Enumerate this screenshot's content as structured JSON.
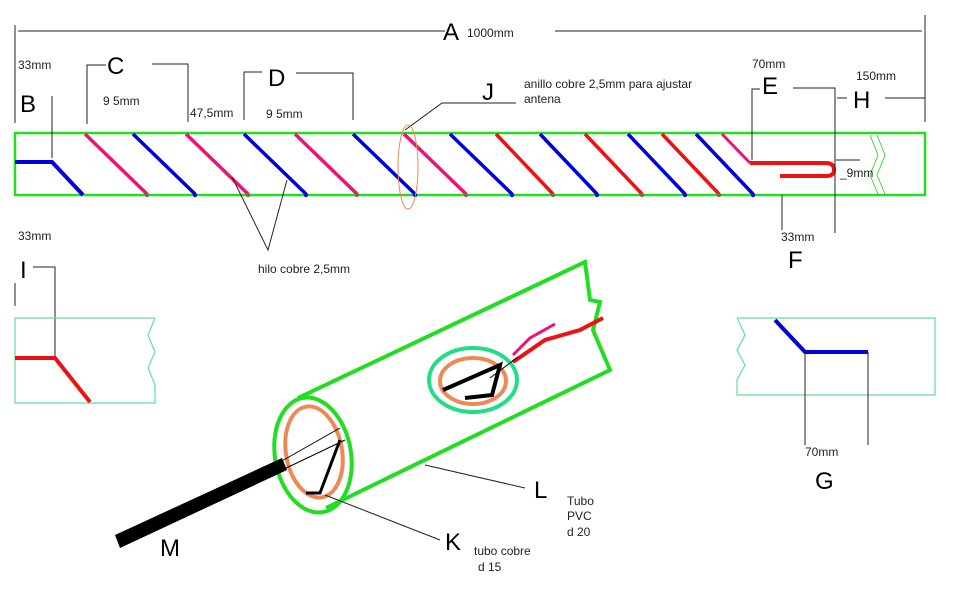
{
  "colors": {
    "tube": "#22dd22",
    "tube_light": "#66dd99",
    "blue": "#0000dd",
    "pink": "#ee1177",
    "red": "#ee1111",
    "orange": "#ee8855",
    "cable": "#000000"
  },
  "labels": {
    "A": "A",
    "A_dim": "1000mm",
    "B": "B",
    "B_dim": "33mm",
    "C": "C",
    "C_dim": "9 5mm",
    "mid_dim": "47,5mm",
    "D": "D",
    "D_dim": "9 5mm",
    "J": "J",
    "J_text_1": "anillo cobre 2,5mm para ajustar",
    "J_text_2": "antena",
    "E": "E",
    "E_dim": "70mm",
    "H": "H",
    "H_dim": "150mm",
    "gap_dim": "_9mm",
    "F": "F",
    "F_dim": "33mm",
    "wire": "hilo cobre 2,5mm",
    "I": "I",
    "I_dim": "33mm",
    "G": "G",
    "G_dim": "70mm",
    "L": "L",
    "L_text_1": "Tubo",
    "L_text_2": "PVC",
    "L_text_3": "d 20",
    "K": "K",
    "K_text_1": "tubo cobre",
    "K_text_2": "d 15",
    "M": "M"
  }
}
